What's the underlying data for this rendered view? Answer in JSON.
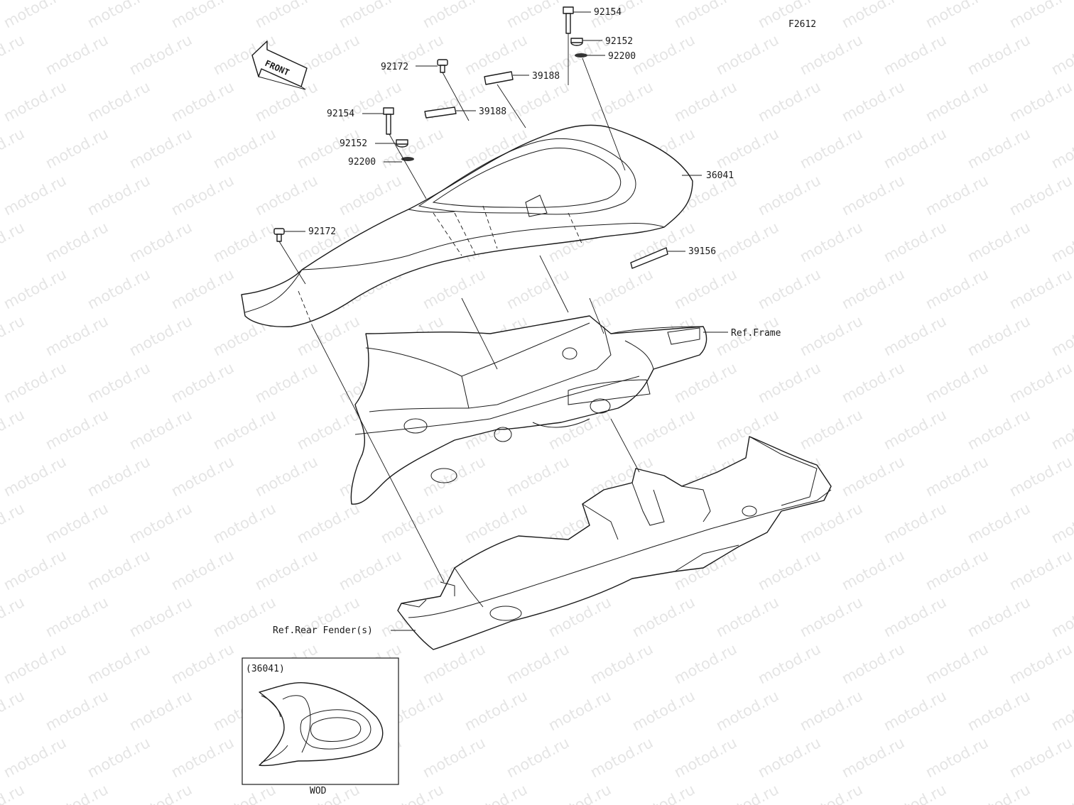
{
  "figure_code": "F2612",
  "front_arrow_label": "FRONT",
  "callouts": {
    "bolt_top": "92154",
    "collar_top": "92152",
    "damper_top": "92200",
    "bolt_left": "92154",
    "collar_left": "92152",
    "damper_left": "92200",
    "stopper_top": "92172",
    "stopper_left": "92172",
    "label_right": "39188",
    "label_left": "39188",
    "seat": "36041",
    "label_tail": "39156",
    "frame_ref": "Ref.Frame",
    "fender_ref": "Ref.Rear Fender(s)"
  },
  "inset": {
    "title": "(36041)",
    "caption": "WOD"
  },
  "watermark_text": "motod.ru"
}
